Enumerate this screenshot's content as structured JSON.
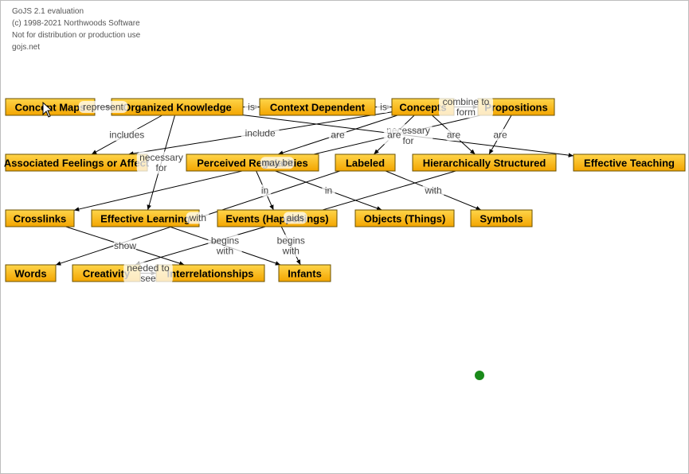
{
  "watermark": {
    "line1": "GoJS 2.1 evaluation",
    "line2": "(c) 1998-2021 Northwoods Software",
    "line3": "Not for distribution or production use",
    "line4": "gojs.net"
  },
  "colors": {
    "node_fill_top": "#ffd54a",
    "node_fill_bottom": "#f3a500",
    "node_stroke": "#6b5200",
    "indicator_dot": "#1a8a1a"
  },
  "nodes": [
    {
      "id": "concept_maps",
      "label": "Concept Maps"
    },
    {
      "id": "organized_knowledge",
      "label": "Organized Knowledge"
    },
    {
      "id": "context_dependent",
      "label": "Context Dependent"
    },
    {
      "id": "concepts",
      "label": "Concepts"
    },
    {
      "id": "propositions",
      "label": "Propositions"
    },
    {
      "id": "associated_feelings",
      "label": "Associated Feelings or Affect"
    },
    {
      "id": "perceived_regularities",
      "label": "Perceived Regularities"
    },
    {
      "id": "labeled",
      "label": "Labeled"
    },
    {
      "id": "hierarchically_structured",
      "label": "Hierarchically Structured"
    },
    {
      "id": "effective_teaching",
      "label": "Effective Teaching"
    },
    {
      "id": "crosslinks",
      "label": "Crosslinks"
    },
    {
      "id": "effective_learning",
      "label": "Effective Learning"
    },
    {
      "id": "events",
      "label": "Events (Happenings)"
    },
    {
      "id": "objects",
      "label": "Objects (Things)"
    },
    {
      "id": "symbols",
      "label": "Symbols"
    },
    {
      "id": "words",
      "label": "Words"
    },
    {
      "id": "creativity",
      "label": "Creativity"
    },
    {
      "id": "interrelationships",
      "label": "Interrelationships"
    },
    {
      "id": "infants",
      "label": "Infants"
    }
  ],
  "links": [
    {
      "from": "concept_maps",
      "to": "organized_knowledge",
      "label": "represent"
    },
    {
      "from": "organized_knowledge",
      "to": "context_dependent",
      "label": "is"
    },
    {
      "from": "context_dependent",
      "to": "concepts",
      "label": "is"
    },
    {
      "from": "concepts",
      "to": "propositions",
      "label": "combine to form"
    },
    {
      "from": "organized_knowledge",
      "to": "associated_feelings",
      "label": "includes"
    },
    {
      "from": "organized_knowledge",
      "to": "effective_learning",
      "label": "necessary for"
    },
    {
      "from": "organized_knowledge",
      "to": "effective_teaching",
      "label": "necessary for"
    },
    {
      "from": "concepts",
      "to": "associated_feelings",
      "label": "include"
    },
    {
      "from": "concepts",
      "to": "perceived_regularities",
      "label": "are"
    },
    {
      "from": "concepts",
      "to": "labeled",
      "label": "are"
    },
    {
      "from": "concepts",
      "to": "hierarchically_structured",
      "label": "are"
    },
    {
      "from": "propositions",
      "to": "hierarchically_structured",
      "label": "are"
    },
    {
      "from": "propositions",
      "to": "crosslinks",
      "label": "may be"
    },
    {
      "from": "perceived_regularities",
      "to": "events",
      "label": "in"
    },
    {
      "from": "perceived_regularities",
      "to": "objects",
      "label": "in"
    },
    {
      "from": "labeled",
      "to": "symbols",
      "label": "with"
    },
    {
      "from": "labeled",
      "to": "words",
      "label": "with"
    },
    {
      "from": "hierarchically_structured",
      "to": "creativity",
      "label": "aids"
    },
    {
      "from": "crosslinks",
      "to": "interrelationships",
      "label": "show"
    },
    {
      "from": "effective_learning",
      "to": "infants",
      "label": "begins with"
    },
    {
      "from": "events",
      "to": "infants",
      "label": "begins with"
    },
    {
      "from": "creativity",
      "to": "interrelationships",
      "label": "needed to see"
    }
  ]
}
